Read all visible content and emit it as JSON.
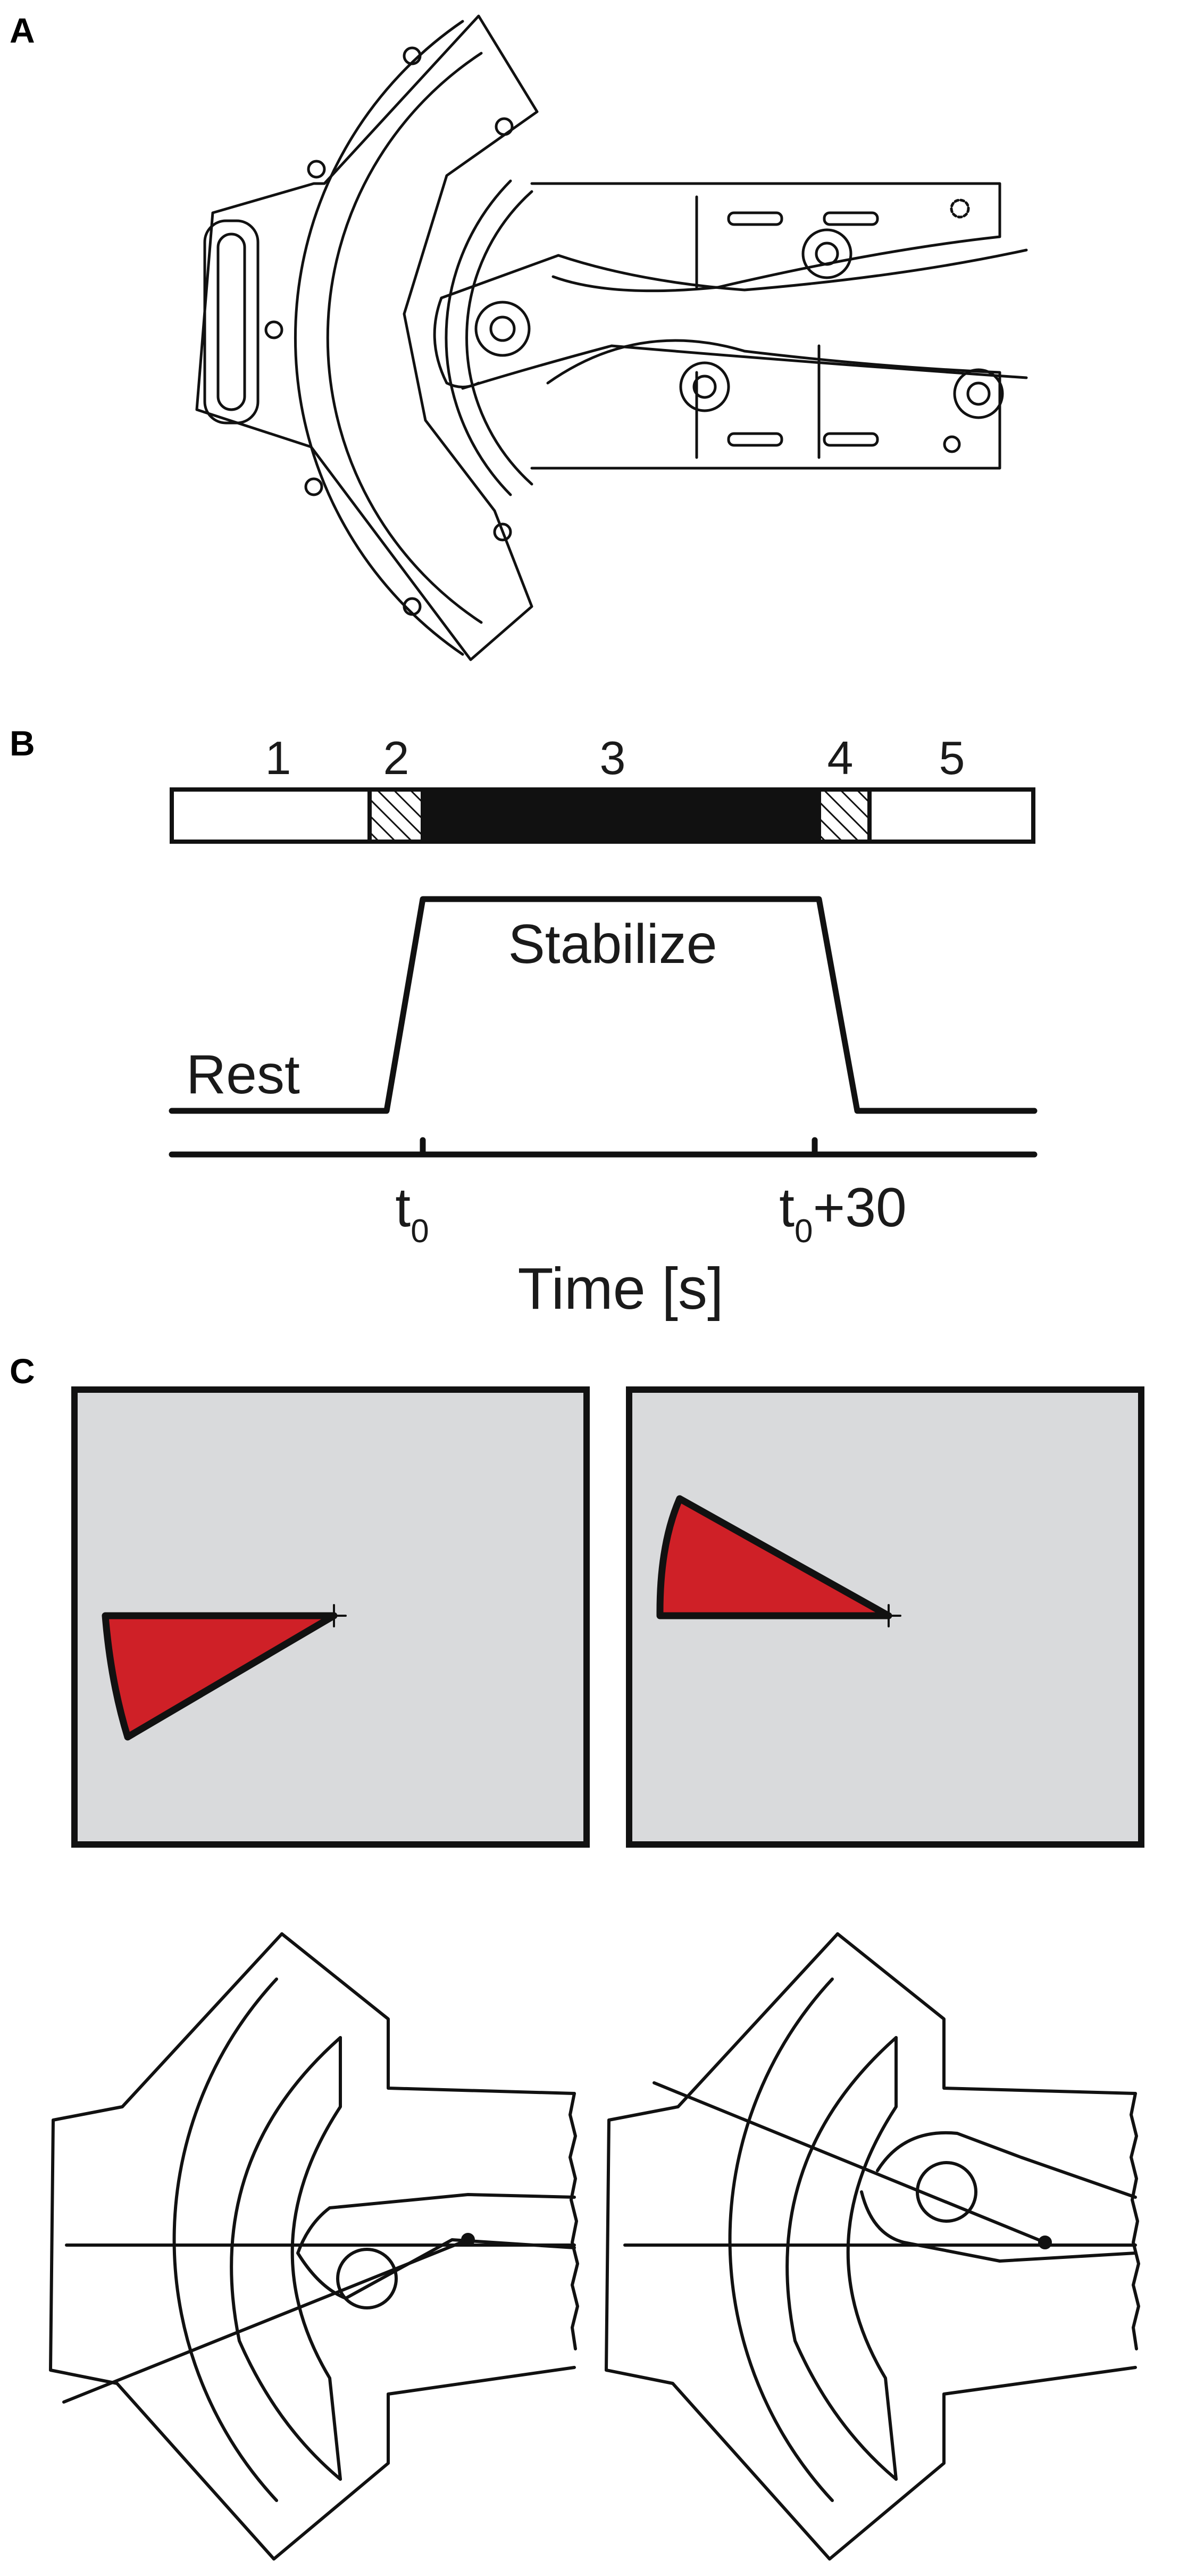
{
  "panels": {
    "a": {
      "letter": "A"
    },
    "b": {
      "letter": "B",
      "segments": [
        {
          "label": "1",
          "fill": "white"
        },
        {
          "label": "2",
          "fill": "hatched"
        },
        {
          "label": "3",
          "fill": "black"
        },
        {
          "label": "4",
          "fill": "hatched"
        },
        {
          "label": "5",
          "fill": "white"
        }
      ],
      "trace_labels": {
        "rest": "Rest",
        "stabilize": "Stabilize"
      },
      "ticks": [
        {
          "main": "t",
          "sub": "0",
          "suffix": ""
        },
        {
          "main": "t",
          "sub": "0",
          "suffix": "+30"
        }
      ],
      "axis_title": "Time [s]"
    },
    "c": {
      "letter": "C",
      "screen_color": "#d9dadc",
      "target_color": "#cf2027"
    }
  }
}
